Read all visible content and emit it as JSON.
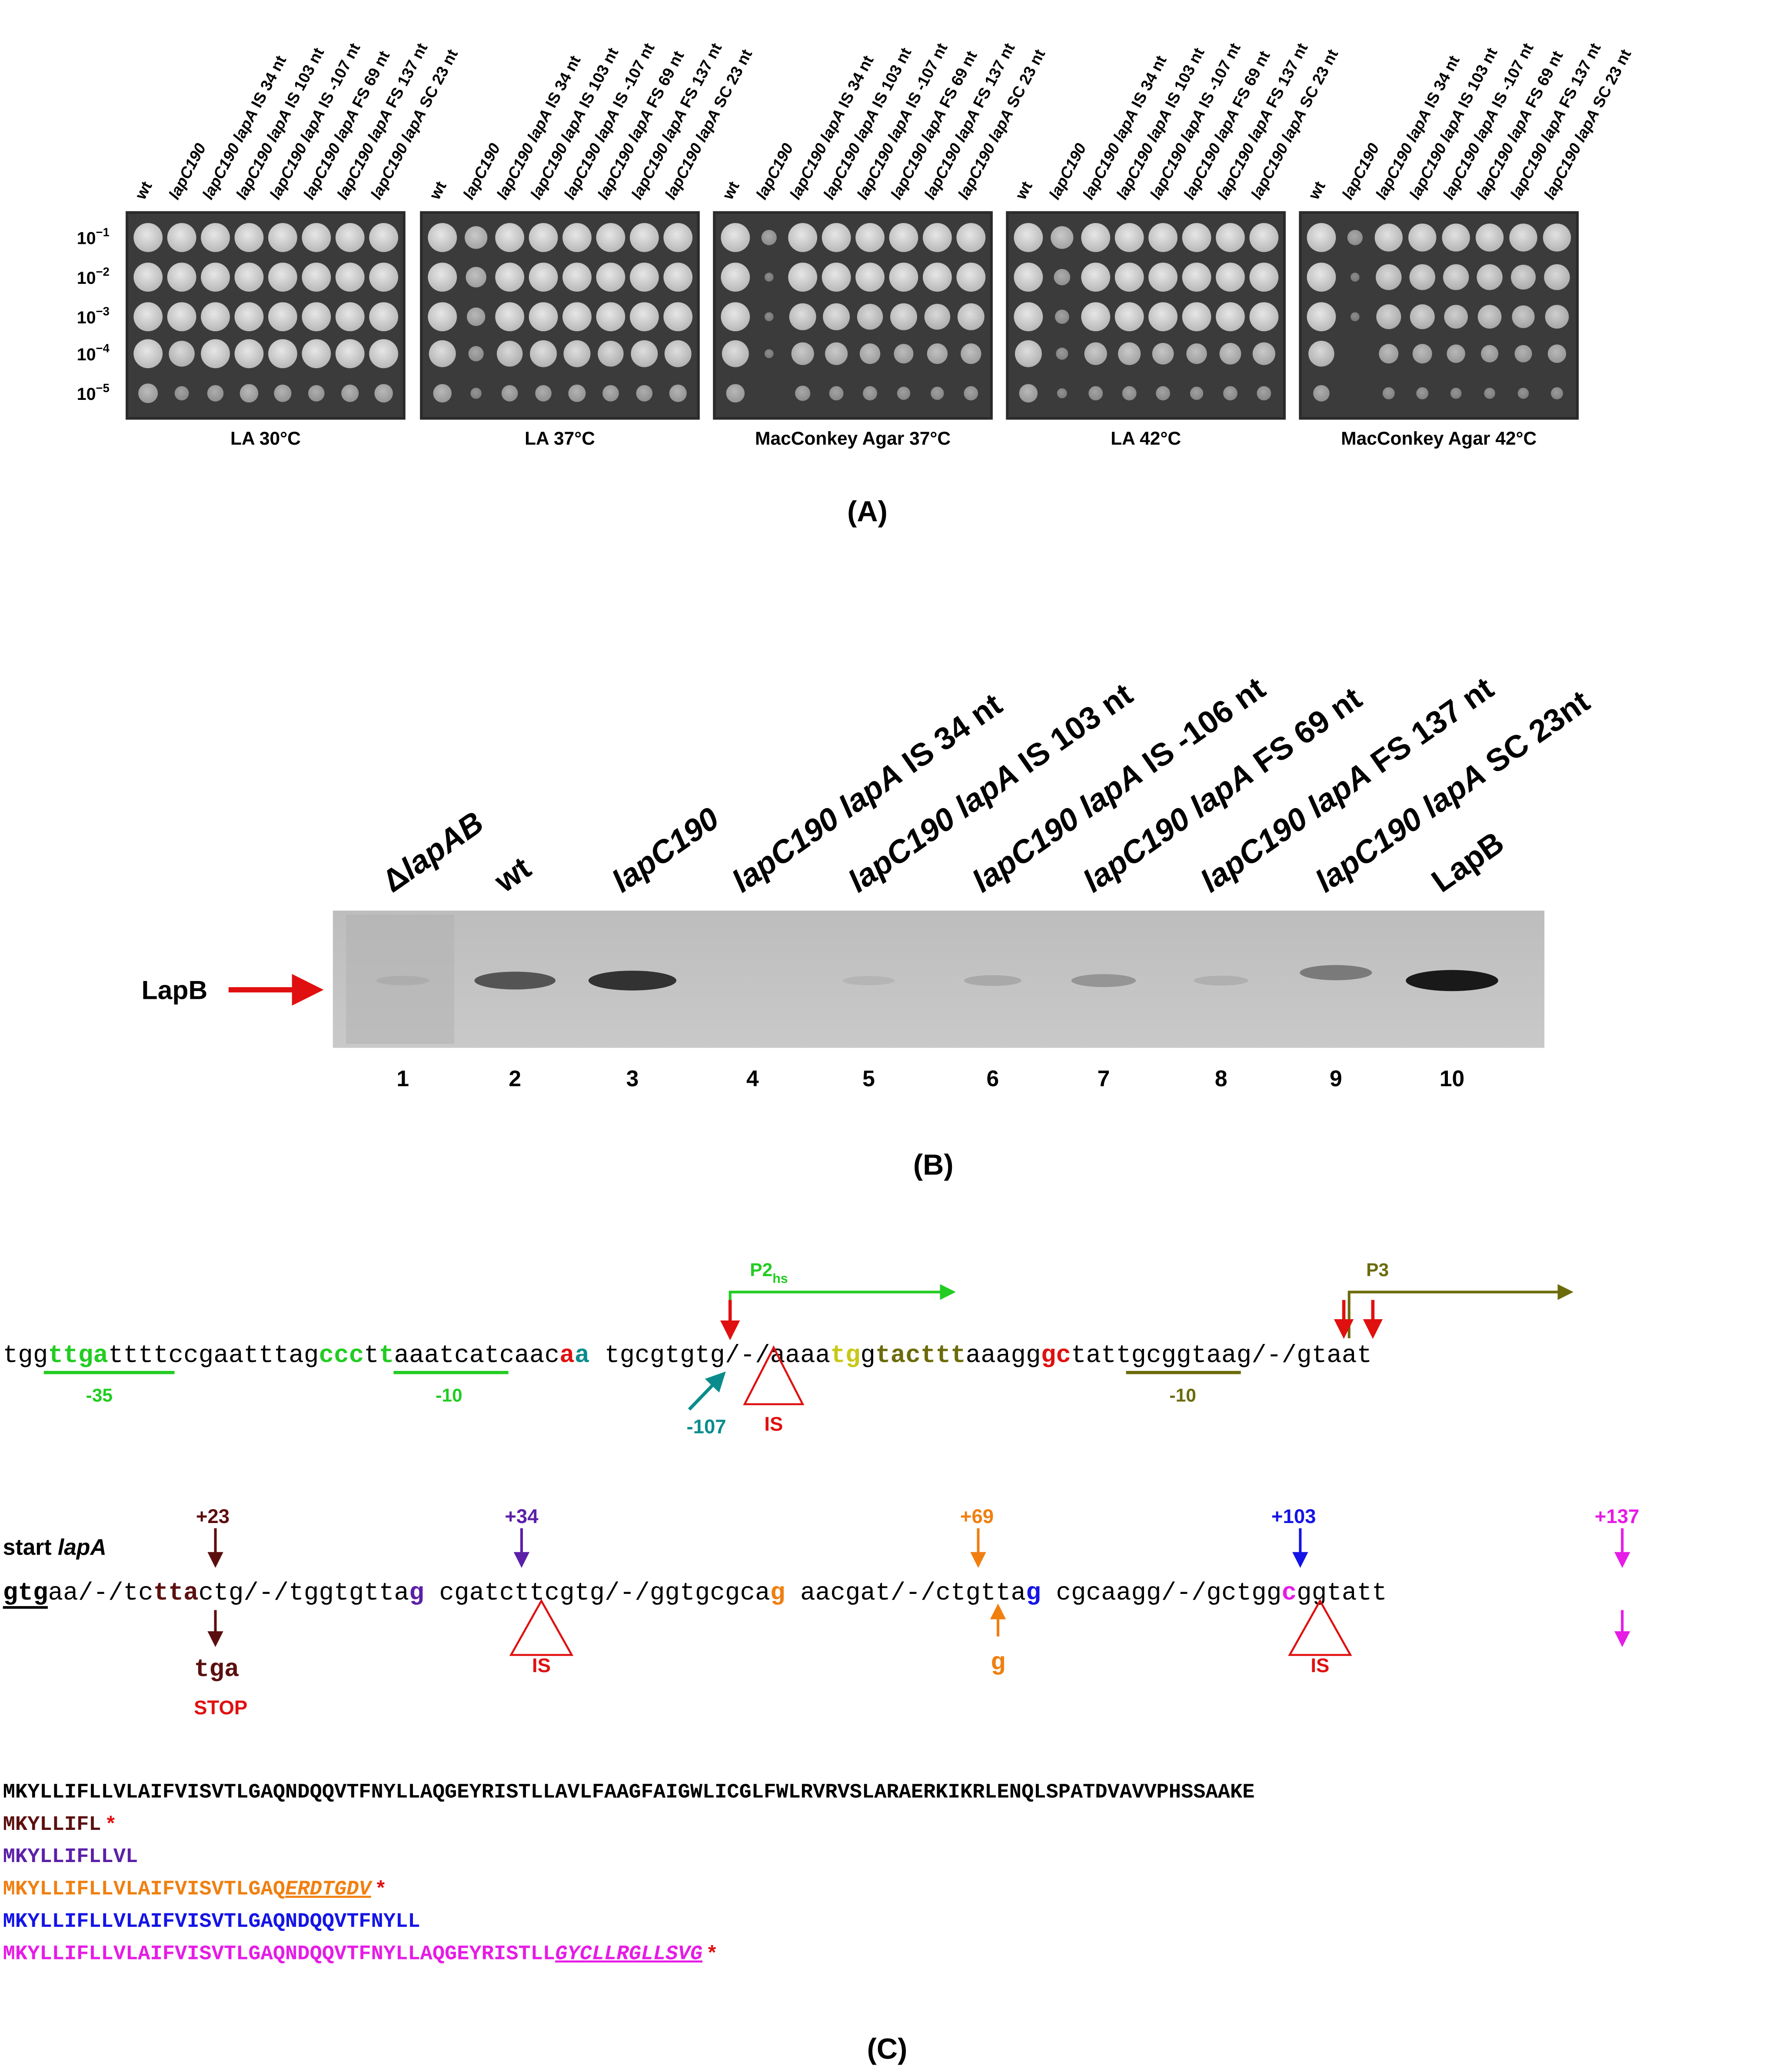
{
  "panel_a": {
    "label": "(A)",
    "dilutions": [
      {
        "base": "10",
        "exp": "−1"
      },
      {
        "base": "10",
        "exp": "−2"
      },
      {
        "base": "10",
        "exp": "−3"
      },
      {
        "base": "10",
        "exp": "−4"
      },
      {
        "base": "10",
        "exp": "−5"
      }
    ],
    "strain_labels": [
      {
        "name": "wt"
      },
      {
        "name": "lapC190"
      },
      {
        "prefix": "lapC190 ",
        "gene": "lapA",
        "suffix": " IS 34 nt"
      },
      {
        "prefix": "lapC190 ",
        "gene": "lapA",
        "suffix": " IS 103 nt"
      },
      {
        "prefix": "lapC190 ",
        "gene": "lapA",
        "suffix": " IS -107 nt"
      },
      {
        "prefix": "lapC190 ",
        "gene": "lapA",
        "suffix": " FS 69 nt"
      },
      {
        "prefix": "lapC190 ",
        "gene": "lapA",
        "suffix": " FS 137 nt"
      },
      {
        "prefix": "lapC190 ",
        "gene": "lapA",
        "suffix": " SC 23 nt"
      }
    ],
    "plates": [
      {
        "caption": "LA 30°C",
        "growth": [
          [
            1,
            1,
            1,
            1,
            1,
            1,
            1,
            1
          ],
          [
            1,
            1,
            1,
            1,
            1,
            1,
            1,
            1
          ],
          [
            1,
            1,
            1,
            1,
            1,
            1,
            1,
            1
          ],
          [
            1,
            0.85,
            1,
            1,
            1,
            1,
            1,
            1
          ],
          [
            0.55,
            0.3,
            0.4,
            0.5,
            0.45,
            0.4,
            0.45,
            0.5
          ]
        ]
      },
      {
        "caption": "LA 37°C",
        "growth": [
          [
            1,
            0.7,
            1,
            1,
            1,
            1,
            1,
            1
          ],
          [
            1,
            0.6,
            1,
            1,
            1,
            1,
            1,
            1
          ],
          [
            1,
            0.5,
            1,
            1,
            1,
            1,
            1,
            1
          ],
          [
            0.9,
            0.35,
            0.85,
            0.9,
            0.9,
            0.85,
            0.9,
            0.9
          ],
          [
            0.5,
            0.15,
            0.4,
            0.4,
            0.45,
            0.4,
            0.4,
            0.45
          ]
        ]
      },
      {
        "caption": "MacConkey Agar 37°C",
        "growth": [
          [
            1,
            0.35,
            1,
            1,
            1,
            1,
            1,
            1
          ],
          [
            1,
            0.05,
            1,
            1,
            1,
            1,
            1,
            1
          ],
          [
            1,
            0.05,
            0.9,
            0.9,
            0.85,
            0.9,
            0.85,
            0.9
          ],
          [
            0.9,
            0.05,
            0.7,
            0.7,
            0.6,
            0.55,
            0.6,
            0.6
          ],
          [
            0.5,
            0,
            0.35,
            0.3,
            0.3,
            0.25,
            0.25,
            0.3
          ]
        ]
      },
      {
        "caption": "LA 42°C",
        "growth": [
          [
            1,
            0.7,
            1,
            1,
            1,
            1,
            1,
            1
          ],
          [
            1,
            0.4,
            1,
            1,
            1,
            1,
            1,
            1
          ],
          [
            1,
            0.3,
            1,
            1,
            1,
            1,
            1,
            1
          ],
          [
            0.9,
            0.2,
            0.7,
            0.7,
            0.65,
            0.6,
            0.65,
            0.7
          ],
          [
            0.5,
            0.1,
            0.3,
            0.3,
            0.3,
            0.25,
            0.3,
            0.3
          ]
        ]
      },
      {
        "caption": "MacConkey Agar 42°C",
        "growth": [
          [
            1,
            0.35,
            0.95,
            0.95,
            0.95,
            0.95,
            0.95,
            0.95
          ],
          [
            1,
            0.05,
            0.85,
            0.85,
            0.85,
            0.85,
            0.8,
            0.85
          ],
          [
            1,
            0.05,
            0.8,
            0.8,
            0.75,
            0.75,
            0.7,
            0.75
          ],
          [
            0.85,
            0,
            0.55,
            0.55,
            0.5,
            0.45,
            0.45,
            0.5
          ],
          [
            0.4,
            0,
            0.2,
            0.2,
            0.15,
            0.15,
            0.15,
            0.2
          ]
        ]
      }
    ]
  },
  "panel_b": {
    "label": "(B)",
    "arrow_label": "LapB",
    "lanes": [
      {
        "num": "1",
        "label": [
          {
            "t": "Δ",
            "it": false
          },
          {
            "t": "lapAB",
            "it": true
          }
        ],
        "band": 0.12
      },
      {
        "num": "2",
        "label": [
          {
            "t": "wt",
            "it": false
          }
        ],
        "band": 0.75
      },
      {
        "num": "3",
        "label": [
          {
            "t": "lapC190",
            "it": true
          }
        ],
        "band": 0.9
      },
      {
        "num": "4",
        "label": [
          {
            "t": "lapC190 lapA",
            "it": true
          },
          {
            "t": " IS 34 nt",
            "it": false
          }
        ],
        "band": 0
      },
      {
        "num": "5",
        "label": [
          {
            "t": "lapC190 lapA",
            "it": true
          },
          {
            "t": " IS 103 nt",
            "it": false
          }
        ],
        "band": 0.1
      },
      {
        "num": "6",
        "label": [
          {
            "t": "lapC190 lapA",
            "it": true
          },
          {
            "t": " IS -106 nt",
            "it": false
          }
        ],
        "band": 0.22
      },
      {
        "num": "7",
        "label": [
          {
            "t": "lapC190 lapA",
            "it": true
          },
          {
            "t": " FS 69 nt",
            "it": false
          }
        ],
        "band": 0.38
      },
      {
        "num": "8",
        "label": [
          {
            "t": "lapC190 lapA",
            "it": true
          },
          {
            "t": " FS 137 nt",
            "it": false
          }
        ],
        "band": 0.15
      },
      {
        "num": "9",
        "label": [
          {
            "t": "lapC190 lapA",
            "it": true
          },
          {
            "t": " SC 23nt",
            "it": false
          }
        ],
        "band": 0.55
      },
      {
        "num": "10",
        "label": [
          {
            "t": "LapB",
            "it": false
          }
        ],
        "band": 1.0
      }
    ]
  },
  "panel_c": {
    "label": "(C)",
    "colors": {
      "green": "#22cc22",
      "teal": "#0a8c8c",
      "red": "#e01010",
      "olive": "#6b6b0b",
      "yellow": "#c8c818",
      "maroon": "#5c0f0f",
      "purple": "#5b1fa8",
      "orange": "#f07f10",
      "blue": "#1414e6",
      "magenta": "#e61be6",
      "black": "#000000"
    },
    "promoter_seq": [
      {
        "t": "tgg",
        "c": "black"
      },
      {
        "t": "ttga",
        "c": "green",
        "b": true
      },
      {
        "t": "ttttccgaatttag",
        "c": "black"
      },
      {
        "t": "ccc",
        "c": "green",
        "b": true
      },
      {
        "t": "t",
        "c": "black"
      },
      {
        "t": "t",
        "c": "green",
        "b": true
      },
      {
        "t": "aaatcatcaac",
        "c": "black"
      },
      {
        "t": "a",
        "c": "red",
        "b": true
      },
      {
        "t": "a",
        "c": "teal",
        "b": true
      },
      {
        "t": " tgcgtgtg/-/aaaa",
        "c": "black"
      },
      {
        "t": "tg",
        "c": "yellow",
        "b": true
      },
      {
        "t": "g",
        "c": "black"
      },
      {
        "t": "tacttt",
        "c": "olive",
        "b": true
      },
      {
        "t": "aaagg",
        "c": "black"
      },
      {
        "t": "gc",
        "c": "red",
        "b": true
      },
      {
        "t": "tattgcggtaag/-/gtaat",
        "c": "black"
      }
    ],
    "minus35": "-35",
    "minus10a": "-10",
    "minus10b": "-10",
    "p2_main": "P2",
    "p2_sub": "hs",
    "p3": "P3",
    "minus107": "-107",
    "is_label": "IS",
    "start_text": "start ",
    "start_gene": "lapA",
    "coding_seq": [
      {
        "t": "gtg",
        "c": "black",
        "b": true,
        "u": true
      },
      {
        "t": "aa/-/tc",
        "c": "black"
      },
      {
        "t": "tta",
        "c": "maroon",
        "b": true
      },
      {
        "t": "ctg/-/tggtgtta",
        "c": "black"
      },
      {
        "t": "g",
        "c": "purple",
        "b": true
      },
      {
        "t": " cgatcttcgtg/-/ggtgcgca",
        "c": "black"
      },
      {
        "t": "g",
        "c": "orange",
        "b": true
      },
      {
        "t": " aacgat/-/ctgtta",
        "c": "black"
      },
      {
        "t": "g",
        "c": "blue",
        "b": true
      },
      {
        "t": " cgcaagg/-/gctgg",
        "c": "black"
      },
      {
        "t": "c",
        "c": "magenta",
        "b": true
      },
      {
        "t": "ggtatt",
        "c": "black"
      }
    ],
    "pos23": "+23",
    "pos34": "+34",
    "pos69": "+69",
    "pos103": "+103",
    "pos137": "+137",
    "tga": "tga",
    "stop": "STOP",
    "g_ins": "g",
    "proteins": [
      {
        "c": "black",
        "parts": [
          {
            "t": "MKYLLIFLLVLAIFVISVTLGAQNDQQVTFNYLLAQGEYRISTLLAVLFAAGFAIGWLICGLFWLRVRVSLARAERKIKRLENQLSPATDVAVVPHSSAAKE"
          }
        ]
      },
      {
        "c": "maroon",
        "parts": [
          {
            "t": "MKYLLIFL"
          }
        ],
        "star": " *"
      },
      {
        "c": "purple",
        "parts": [
          {
            "t": "MKYLLIFLLVL"
          }
        ]
      },
      {
        "c": "orange",
        "parts": [
          {
            "t": "MKYLLIFLLVLAIFVISVTLGAQ"
          },
          {
            "t": "ERDTGDV",
            "iu": true
          }
        ],
        "star": " *"
      },
      {
        "c": "blue",
        "parts": [
          {
            "t": "MKYLLIFLLVLAIFVISVTLGAQNDQQVTFNYLL"
          }
        ]
      },
      {
        "c": "magenta",
        "parts": [
          {
            "t": "MKYLLIFLLVLAIFVISVTLGAQNDQQVTFNYLLAQGEYRISTLL"
          },
          {
            "t": "GYCLLRGLLSVG",
            "iu": true
          }
        ],
        "star": " *"
      }
    ]
  }
}
